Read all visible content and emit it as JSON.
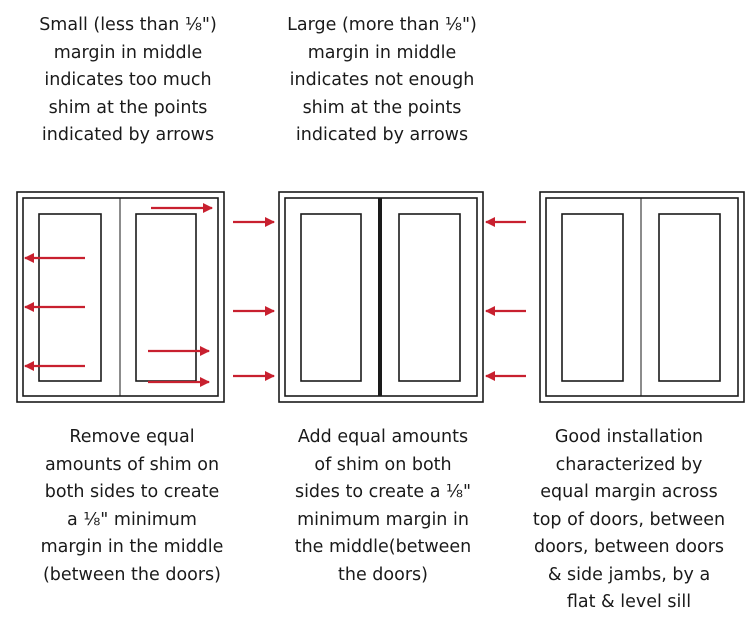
{
  "top_captions": [
    {
      "id": "small-margin",
      "lines": [
        "Small (less than ⅛\")",
        "margin in middle",
        "indicates too much",
        "shim at the points",
        "indicated by arrows"
      ]
    },
    {
      "id": "large-margin",
      "lines": [
        "Large (more than ⅛\")",
        "margin in middle",
        "indicates not enough",
        "shim at the points",
        "indicated by arrows"
      ]
    }
  ],
  "bottom_captions": [
    {
      "id": "remove-shim",
      "lines": [
        "Remove equal",
        "amounts of shim on",
        "both sides to create",
        "a ⅛\" minimum",
        "margin in the middle",
        "(between the doors)"
      ]
    },
    {
      "id": "add-shim",
      "lines": [
        "Add equal amounts",
        "of shim on both",
        "sides to create a ⅛\"",
        "minimum margin in",
        "the middle(between",
        "the doors)"
      ]
    },
    {
      "id": "good-install",
      "lines": [
        "Good installation",
        "characterized by",
        "equal margin across",
        "top of doors, between",
        "doors, between doors",
        "& side jambs, by a",
        "flat & level sill"
      ]
    }
  ],
  "colors": {
    "arrow": "#c8202f",
    "line": "#1a1a1a",
    "text": "#1a1a1a",
    "background": "#ffffff"
  },
  "icons": {
    "arrow": "red-arrow-icon",
    "door_frame": "french-door-frame-icon"
  }
}
